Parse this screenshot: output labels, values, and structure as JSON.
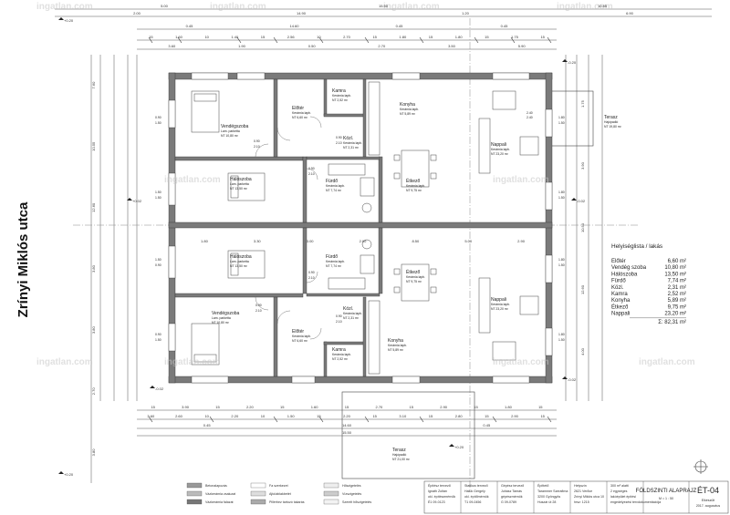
{
  "street": "Zrínyi Miklós utca",
  "watermarks": [
    "ingatlan.com",
    "ingatlan.com",
    "ingatlan.com",
    "ingatlan.com",
    "ingatlan.com",
    "ingatlan.com",
    "ingatlan.com",
    "ingatlan.com",
    "ingatlan.com",
    "ingatlan.com"
  ],
  "levels": {
    "tl": "+0.20",
    "ml": "+0.02",
    "mr": "-0.02",
    "bl": "-0.02",
    "bl2": "+0.20",
    "br": "+0.20",
    "tr": "-0.20",
    "tr2": "-0.02"
  },
  "dims": {
    "top1": [
      "5.00",
      "15.50",
      "10.85"
    ],
    "top2": [
      "2.00",
      "14.90",
      "1.20",
      "6.90"
    ],
    "top3": [
      "0.45",
      "14.60",
      "0.45",
      "0.45"
    ],
    "top4": [
      "15",
      "1.60",
      "10",
      "1.40",
      "15",
      "2.56",
      "10",
      "2.70",
      "15",
      "1.80",
      "15",
      "1.80",
      "15",
      "1.75",
      "15"
    ],
    "top5": [
      "3.60",
      "1.90",
      "0.50",
      "2.70",
      "3.50",
      "5.90"
    ],
    "bottom1": [
      "15",
      "3.90",
      "15",
      "2.20",
      "15",
      "1.60",
      "15",
      "2.70",
      "15",
      "2.90",
      "15",
      "1.80",
      "15"
    ],
    "bottom2": [
      "3.60",
      "2.60",
      "10",
      "2.20",
      "10",
      "1.50",
      "15",
      "2.20",
      "15",
      "3.10",
      "15",
      "2.80",
      "15",
      "2.90",
      "15"
    ],
    "bottom3": [
      "0.45",
      "14.60",
      "0.45"
    ],
    "bottom4": [
      "15.50"
    ],
    "mid": [
      "1.80",
      "3.30",
      "3.00",
      "2.90",
      "8.50",
      "5.00",
      "2.90"
    ],
    "left": [
      "7.60",
      "10.55",
      "12.60",
      "3.80",
      "3.80",
      "2.70",
      "3.80"
    ],
    "right": [
      "1.75",
      "3.90",
      "10.50",
      "12.60",
      "4.00"
    ],
    "side": [
      "0.90",
      "1.50",
      "1.50",
      "1.50",
      "1.50",
      "0.90",
      "0.90",
      "1.50",
      "1.80",
      "1.50",
      "1.80",
      "1.50",
      "1.80",
      "1.50",
      "1.80",
      "1.50"
    ],
    "door": [
      "0.90",
      "2.10",
      "0.90",
      "2.10",
      "0.90",
      "2.10",
      "0.90",
      "2.10",
      "0.90",
      "2.10",
      "0.90",
      "2.10",
      "2.40",
      "2.40"
    ]
  },
  "rooms": [
    {
      "id": "vendeg1",
      "name": "Vendégszoba",
      "floor": "Lam. parketta",
      "area": "NT 10,80 m²"
    },
    {
      "id": "eloter1",
      "name": "Előtér",
      "floor": "Kerámia lapb.",
      "area": "NT 6,60 m²"
    },
    {
      "id": "kamra1",
      "name": "Kamra",
      "floor": "Kerámia lapb.",
      "area": "NT 2,52 m²"
    },
    {
      "id": "kozl1",
      "name": "Közl.",
      "floor": "Kerámia lapb.",
      "area": "NT 2,31 m²"
    },
    {
      "id": "konyha1",
      "name": "Konyha",
      "floor": "Kerámia lapb.",
      "area": "NT 5,89 m²"
    },
    {
      "id": "nappali1",
      "name": "Nappali",
      "floor": "Kerámia lapb.",
      "area": "NT 23,20 m²"
    },
    {
      "id": "halo1",
      "name": "Hálószoba",
      "floor": "Lam. parketta",
      "area": "NT 13,50 m²"
    },
    {
      "id": "furdo1",
      "name": "Fürdő",
      "floor": "Kerámia lapb.",
      "area": "NT 7,74 m²"
    },
    {
      "id": "etkezo1",
      "name": "Étkező",
      "floor": "Kerámia lapb.",
      "area": "NT 9,75 m²"
    },
    {
      "id": "halo2",
      "name": "Hálószoba",
      "floor": "Lam. parketta",
      "area": "NT 13,50 m²"
    },
    {
      "id": "furdo2",
      "name": "Fürdő",
      "floor": "Kerámia lapb.",
      "area": "NT 7,74 m²"
    },
    {
      "id": "etkezo2",
      "name": "Étkező",
      "floor": "Kerámia lapb.",
      "area": "NT 9,75 m²"
    },
    {
      "id": "nappali2",
      "name": "Nappali",
      "floor": "Kerámia lapb.",
      "area": "NT 23,20 m²"
    },
    {
      "id": "vendeg2",
      "name": "Vendégszoba",
      "floor": "Lam. parketta",
      "area": "NT 10,80 m²"
    },
    {
      "id": "kozl2",
      "name": "Közl.",
      "floor": "Kerámia lapb.",
      "area": "NT 2,31 m²"
    },
    {
      "id": "eloter2",
      "name": "Előtér",
      "floor": "Kerámia lapb.",
      "area": "NT 6,60 m²"
    },
    {
      "id": "konyha2",
      "name": "Konyha",
      "floor": "Kerámia lapb.",
      "area": "NT 5,89 m²"
    },
    {
      "id": "kamra2",
      "name": "Kamra",
      "floor": "Kerámia lapb.",
      "area": "NT 2,52 m²"
    }
  ],
  "terraces": [
    {
      "id": "terasz1",
      "name": "Terasz",
      "floor": "Hajópadló",
      "area": "NT 19,80 m²"
    },
    {
      "id": "terasz2",
      "name": "Terasz",
      "floor": "Hajópadló",
      "area": "NT 21,00 m²"
    }
  ],
  "schedule": {
    "title": "Helyiséglista / lakás",
    "rows": [
      {
        "name": "Előtér",
        "area": "6,60 m²"
      },
      {
        "name": "Vendég szoba",
        "area": "10,80 m²"
      },
      {
        "name": "Hálószoba",
        "area": "13,50 m²"
      },
      {
        "name": "Fürdő",
        "area": "7,74 m²"
      },
      {
        "name": "Közl.",
        "area": "2,31 m²"
      },
      {
        "name": "Kamra",
        "area": "2,52 m²"
      },
      {
        "name": "Konyha",
        "area": "5,89 m²"
      },
      {
        "name": "Étkező",
        "area": "9,75 m²"
      },
      {
        "name": "Nappali",
        "area": "23,20 m²"
      }
    ],
    "total": "Σ: 82,31 m²"
  },
  "legend": [
    "Betonalapozás",
    "Vázkerámia zsaluzat",
    "Vázkerámia falazat",
    "Fa szerkezet",
    "Ajtó/ablakbetét",
    "Pillérhez tartozó takarás",
    "Hőszigetelés",
    "Vízszigetelés",
    "Szerelt hőszigetelés"
  ],
  "titleblock": {
    "c1": [
      "Építész tervező",
      "Ignáth Zoltán",
      "okl. építészmérnök",
      "É1 09-0123"
    ],
    "c2": [
      "Statikus tervező",
      "Haluk Gergely",
      "okl. építőmérnök",
      "T1 09-0456"
    ],
    "c3": [
      "Gépész tervező",
      "Juhász Tamás",
      "gépészmérnök",
      "G 09-0789"
    ],
    "c4": [
      "Építtető",
      "Tarammer Szerafima",
      "3200 Gyöngyös",
      "Huszár út 28"
    ],
    "c5": [
      "Helyszín",
      "2621 Verőce",
      "Zrínyi Miklós utca 10",
      "hrsz: 1215"
    ],
    "c6": [
      "300 m² alatti",
      "2 egységes",
      "lakóépület építési",
      "engedélyezési tervdokumentációja"
    ],
    "sheet_title": "FÖLDSZINTI ALAPRAJZ",
    "scale": "M = 1 : 50",
    "sheet_no": "ÉT-04",
    "state": "Elkészült",
    "date": "2017. augusztus"
  },
  "colors": {
    "wall": "#7a7a7a",
    "wall_dark": "#555555",
    "line": "#333333",
    "dim": "#555555",
    "grid": "#888888",
    "bg": "#ffffff"
  }
}
